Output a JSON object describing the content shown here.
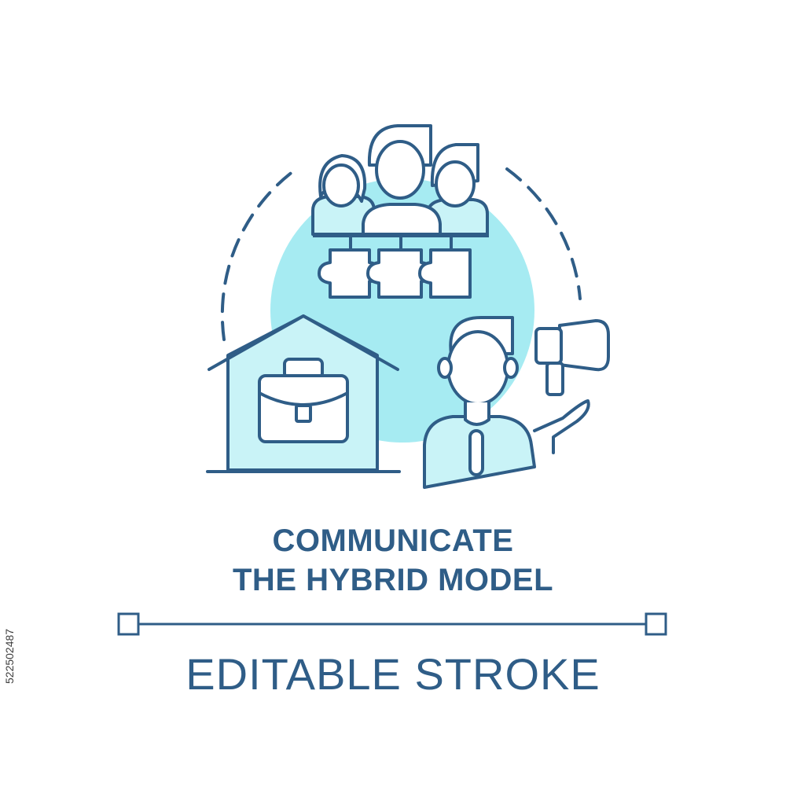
{
  "title": {
    "line1": "COMMUNICATE",
    "line2": "THE HYBRID MODEL"
  },
  "footer": {
    "label": "EDITABLE STROKE"
  },
  "watermark": {
    "stock_id": "522502487"
  },
  "icons": [
    "team-icon",
    "puzzle-icon",
    "home-office-icon",
    "briefcase-icon",
    "speaker-person-icon",
    "megaphone-icon"
  ],
  "colors": {
    "stroke": "#2f5d87",
    "fill": "#a6ebf2",
    "fill_light": "#c9f3f7",
    "background": "#ffffff"
  }
}
